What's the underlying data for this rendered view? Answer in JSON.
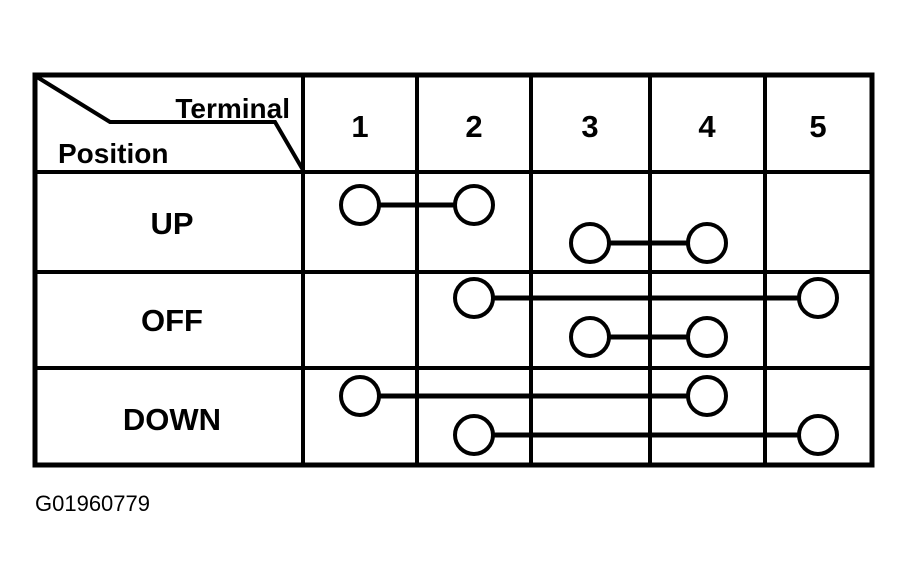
{
  "diagram": {
    "caption": "G01960779",
    "header": {
      "terminal_label": "Terminal",
      "position_label": "Position"
    },
    "terminal_columns": [
      "1",
      "2",
      "3",
      "4",
      "5"
    ],
    "rows": [
      {
        "position": "UP"
      },
      {
        "position": "OFF"
      },
      {
        "position": "DOWN"
      }
    ],
    "continuity": [
      {
        "position": "UP",
        "connections": [
          [
            1,
            2
          ],
          [
            3,
            4
          ]
        ]
      },
      {
        "position": "OFF",
        "connections": [
          [
            2,
            5
          ],
          [
            3,
            4
          ]
        ]
      },
      {
        "position": "DOWN",
        "connections": [
          [
            1,
            4
          ],
          [
            2,
            5
          ]
        ]
      }
    ],
    "colors": {
      "line": "#000000",
      "background": "#ffffff",
      "text": "#000000"
    }
  }
}
